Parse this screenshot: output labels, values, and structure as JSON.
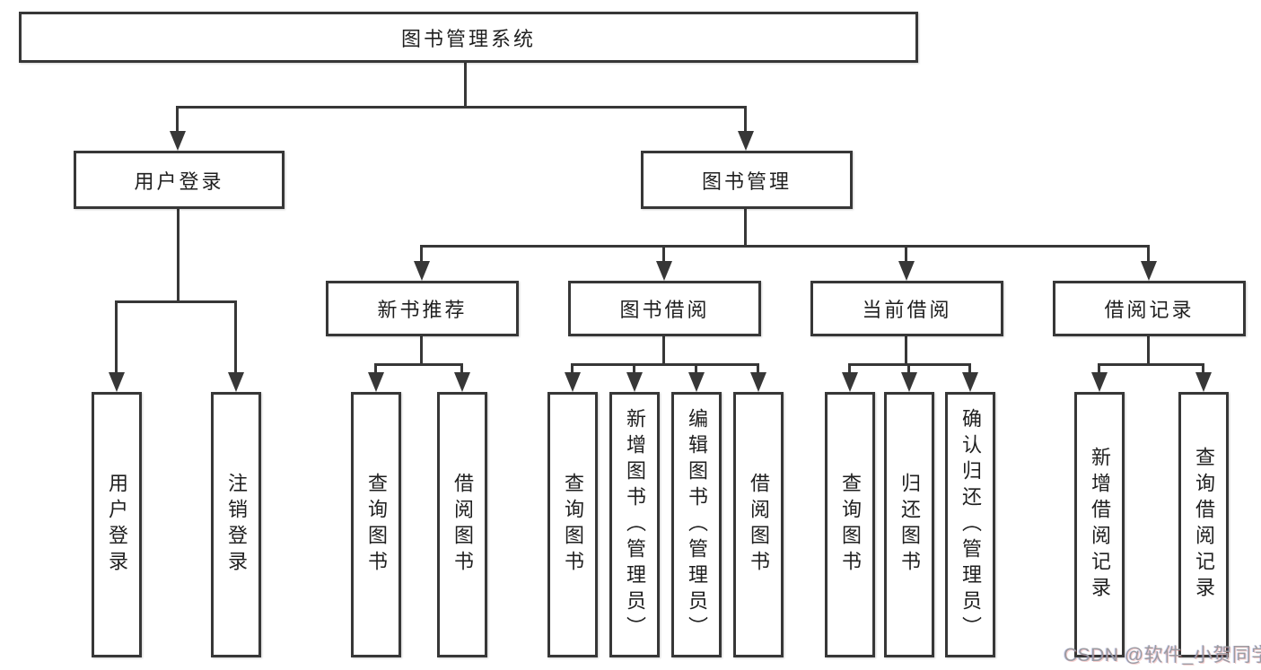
{
  "tree": {
    "label": "图书管理系统",
    "children": [
      {
        "label": "用户登录",
        "children": [
          {
            "label": "用户登录"
          },
          {
            "label": "注销登录"
          }
        ]
      },
      {
        "label": "图书管理",
        "children": [
          {
            "label": "新书推荐",
            "children": [
              {
                "label": "查询图书"
              },
              {
                "label": "借阅图书"
              }
            ]
          },
          {
            "label": "图书借阅",
            "children": [
              {
                "label": "查询图书"
              },
              {
                "label": "新增图书（管理员）"
              },
              {
                "label": "编辑图书（管理员）"
              },
              {
                "label": "借阅图书"
              }
            ]
          },
          {
            "label": "当前借阅",
            "children": [
              {
                "label": "查询图书"
              },
              {
                "label": "归还图书"
              },
              {
                "label": "确认归还（管理员）"
              }
            ]
          },
          {
            "label": "借阅记录",
            "children": [
              {
                "label": "新增借阅记录"
              },
              {
                "label": "查询借阅记录"
              }
            ]
          }
        ]
      }
    ]
  },
  "watermark": {
    "text": "CSDN @软件_小贺同学"
  },
  "colors": {
    "line": "#373737",
    "text": "#1f1f1f",
    "bg": "#ffffff",
    "watermark": "#9b9ba1"
  }
}
